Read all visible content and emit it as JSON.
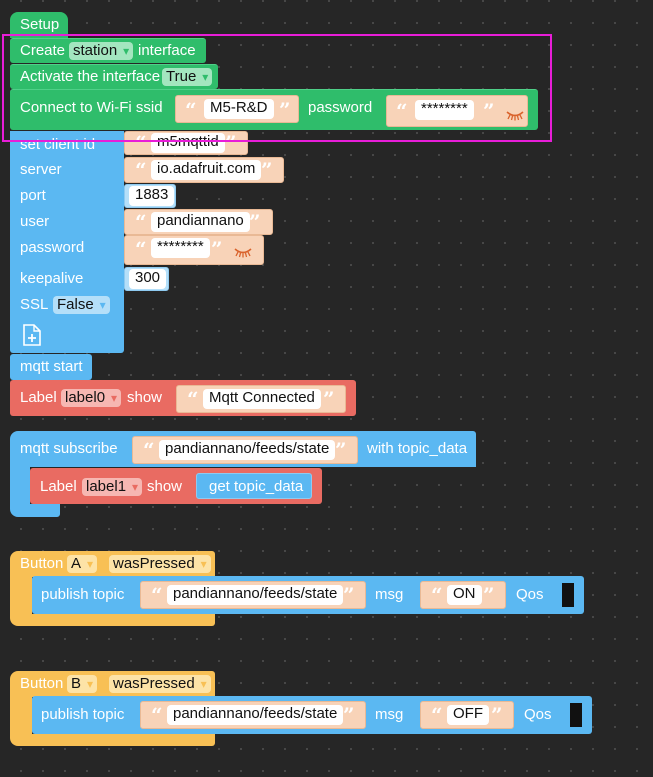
{
  "setup": {
    "hat_label": "Setup",
    "create_label": "Create",
    "create_dropdown": "station",
    "create_suffix": "interface",
    "activate_label": "Activate the interface",
    "activate_value": "True",
    "connect_label": "Connect to Wi-Fi ssid",
    "ssid_value": "M5-R&D",
    "password_label": "password",
    "password_value": "********"
  },
  "mqtt_config": {
    "client_id_label": "set client id",
    "client_id_value": "m5mqttid",
    "server_label": "server",
    "server_value": "io.adafruit.com",
    "port_label": "port",
    "port_value": "1883",
    "user_label": "user",
    "user_value": "pandiannano",
    "password_label": "password",
    "password_value": "********",
    "keepalive_label": "keepalive",
    "keepalive_value": "300",
    "ssl_label": "SSL",
    "ssl_value": "False"
  },
  "mqtt_start": {
    "label": "mqtt start",
    "label_block": "Label",
    "label_dropdown": "label0",
    "show": "show",
    "text": "Mqtt Connected"
  },
  "mqtt_subscribe": {
    "label": "mqtt subscribe",
    "topic": "pandiannano/feeds/state",
    "with_label": "with topic_data",
    "inner_label": "Label",
    "inner_dropdown": "label1",
    "inner_show": "show",
    "get_label": "get topic_data"
  },
  "button_a": {
    "label": "Button",
    "button_value": "A",
    "event_value": "wasPressed",
    "publish_label": "publish topic",
    "topic": "pandiannano/feeds/state",
    "msg_label": "msg",
    "msg_value": "ON",
    "qos_label": "Qos"
  },
  "button_b": {
    "label": "Button",
    "button_value": "B",
    "event_value": "wasPressed",
    "publish_label": "publish topic",
    "topic": "pandiannano/feeds/state",
    "msg_label": "msg",
    "msg_value": "OFF",
    "qos_label": "Qos"
  },
  "colors": {
    "background": "#262626",
    "setup_green": "#2fbd6b",
    "mqtt_blue": "#5bb8f2",
    "label_red": "#e96b62",
    "button_yellow": "#f8c055",
    "string_peach": "#f8d3b8",
    "selection_magenta": "#e81dd8"
  },
  "icons": {
    "quote_open": "“",
    "quote_close": "”",
    "password_eye": "eye-closed-icon",
    "add_file": "add-file-icon"
  }
}
